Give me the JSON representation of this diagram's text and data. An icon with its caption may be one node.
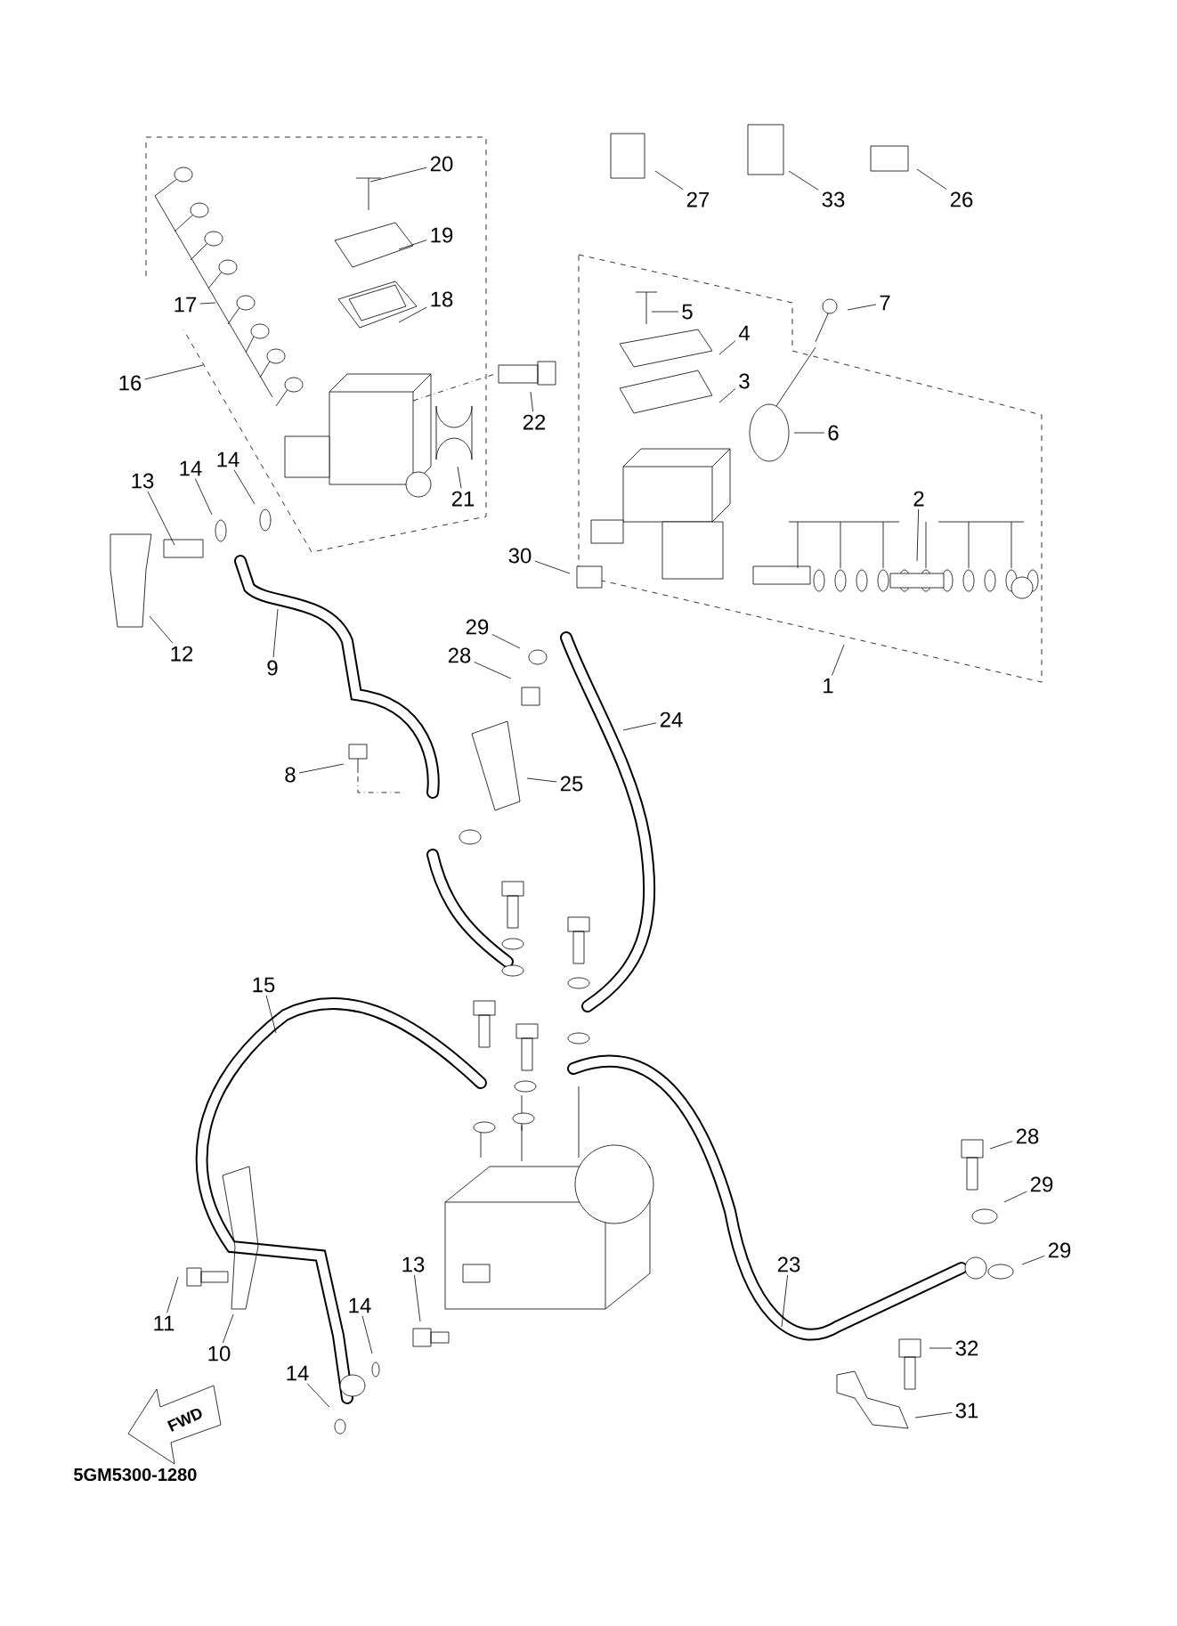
{
  "diagram": {
    "nodes": [
      {
        "text": [
          "20"
        ]
      },
      {
        "text": [
          "19"
        ]
      },
      {
        "text": [
          "18"
        ]
      },
      {
        "text": [
          "17"
        ]
      },
      {
        "text": [
          "16"
        ]
      },
      {
        "text": [
          "22"
        ]
      },
      {
        "text": [
          "21"
        ]
      },
      {
        "text": [
          "13"
        ]
      },
      {
        "text": [
          "14"
        ]
      },
      {
        "text": [
          "14"
        ]
      },
      {
        "text": [
          "12"
        ]
      },
      {
        "text": [
          "9"
        ]
      },
      {
        "text": [
          "27"
        ]
      },
      {
        "text": [
          "33"
        ]
      },
      {
        "text": [
          "26"
        ]
      },
      {
        "text": [
          "5"
        ]
      },
      {
        "text": [
          "4"
        ]
      },
      {
        "text": [
          "3"
        ]
      },
      {
        "text": [
          "7"
        ]
      },
      {
        "text": [
          "6"
        ]
      },
      {
        "text": [
          "2"
        ]
      },
      {
        "text": [
          "1"
        ]
      },
      {
        "text": [
          "30"
        ]
      },
      {
        "text": [
          "29"
        ]
      },
      {
        "text": [
          "28"
        ]
      },
      {
        "text": [
          "24"
        ]
      },
      {
        "text": [
          "8"
        ]
      },
      {
        "text": [
          "25"
        ]
      },
      {
        "text": [
          "15"
        ]
      },
      {
        "text": [
          "28"
        ]
      },
      {
        "text": [
          "29"
        ]
      },
      {
        "text": [
          "29"
        ]
      },
      {
        "text": [
          "23"
        ]
      },
      {
        "text": [
          "11"
        ]
      },
      {
        "text": [
          "10"
        ]
      },
      {
        "text": [
          "13"
        ]
      },
      {
        "text": [
          "14"
        ]
      },
      {
        "text": [
          "14"
        ]
      },
      {
        "text": [
          "32"
        ]
      },
      {
        "text": [
          "31"
        ]
      }
    ],
    "edges": [
      {
        "from": 0,
        "to": null,
        "arrow": "none"
      },
      {
        "from": 1,
        "to": null,
        "arrow": "none"
      },
      {
        "from": 2,
        "to": null,
        "arrow": "none"
      },
      {
        "from": 3,
        "to": null,
        "arrow": "none"
      },
      {
        "from": 4,
        "to": null,
        "arrow": "none"
      },
      {
        "from": 5,
        "to": null,
        "arrow": "none"
      },
      {
        "from": 6,
        "to": null,
        "arrow": "none"
      },
      {
        "from": 7,
        "to": null,
        "arrow": "none"
      },
      {
        "from": 8,
        "to": null,
        "arrow": "none"
      },
      {
        "from": 9,
        "to": null,
        "arrow": "none"
      },
      {
        "from": 10,
        "to": null,
        "arrow": "none"
      },
      {
        "from": 11,
        "to": null,
        "arrow": "none"
      },
      {
        "from": 12,
        "to": null,
        "arrow": "none"
      },
      {
        "from": 13,
        "to": null,
        "arrow": "none"
      },
      {
        "from": 14,
        "to": null,
        "arrow": "none"
      },
      {
        "from": 15,
        "to": null,
        "arrow": "none"
      },
      {
        "from": 16,
        "to": null,
        "arrow": "none"
      },
      {
        "from": 17,
        "to": null,
        "arrow": "none"
      },
      {
        "from": 18,
        "to": null,
        "arrow": "none"
      },
      {
        "from": 19,
        "to": null,
        "arrow": "none"
      },
      {
        "from": 20,
        "to": null,
        "arrow": "none"
      },
      {
        "from": 21,
        "to": null,
        "arrow": "none"
      },
      {
        "from": 22,
        "to": null,
        "arrow": "none"
      },
      {
        "from": 23,
        "to": null,
        "arrow": "none"
      },
      {
        "from": 24,
        "to": null,
        "arrow": "none"
      },
      {
        "from": 25,
        "to": null,
        "arrow": "none"
      },
      {
        "from": 26,
        "to": null,
        "arrow": "none"
      },
      {
        "from": 27,
        "to": null,
        "arrow": "none"
      },
      {
        "from": 28,
        "to": null,
        "arrow": "none"
      },
      {
        "from": 29,
        "to": null,
        "arrow": "none"
      },
      {
        "from": 30,
        "to": null,
        "arrow": "none"
      },
      {
        "from": 31,
        "to": null,
        "arrow": "none"
      },
      {
        "from": 32,
        "to": null,
        "arrow": "none"
      },
      {
        "from": 33,
        "to": null,
        "arrow": "none"
      },
      {
        "from": 34,
        "to": null,
        "arrow": "none"
      },
      {
        "from": 35,
        "to": null,
        "arrow": "none"
      },
      {
        "from": 36,
        "to": null,
        "arrow": "none"
      },
      {
        "from": 37,
        "to": null,
        "arrow": "none"
      },
      {
        "from": 38,
        "to": null,
        "arrow": "none"
      },
      {
        "from": 39,
        "to": null,
        "arrow": "none"
      }
    ],
    "labels": [
      "FWD",
      "5GM5300-1280"
    ]
  }
}
